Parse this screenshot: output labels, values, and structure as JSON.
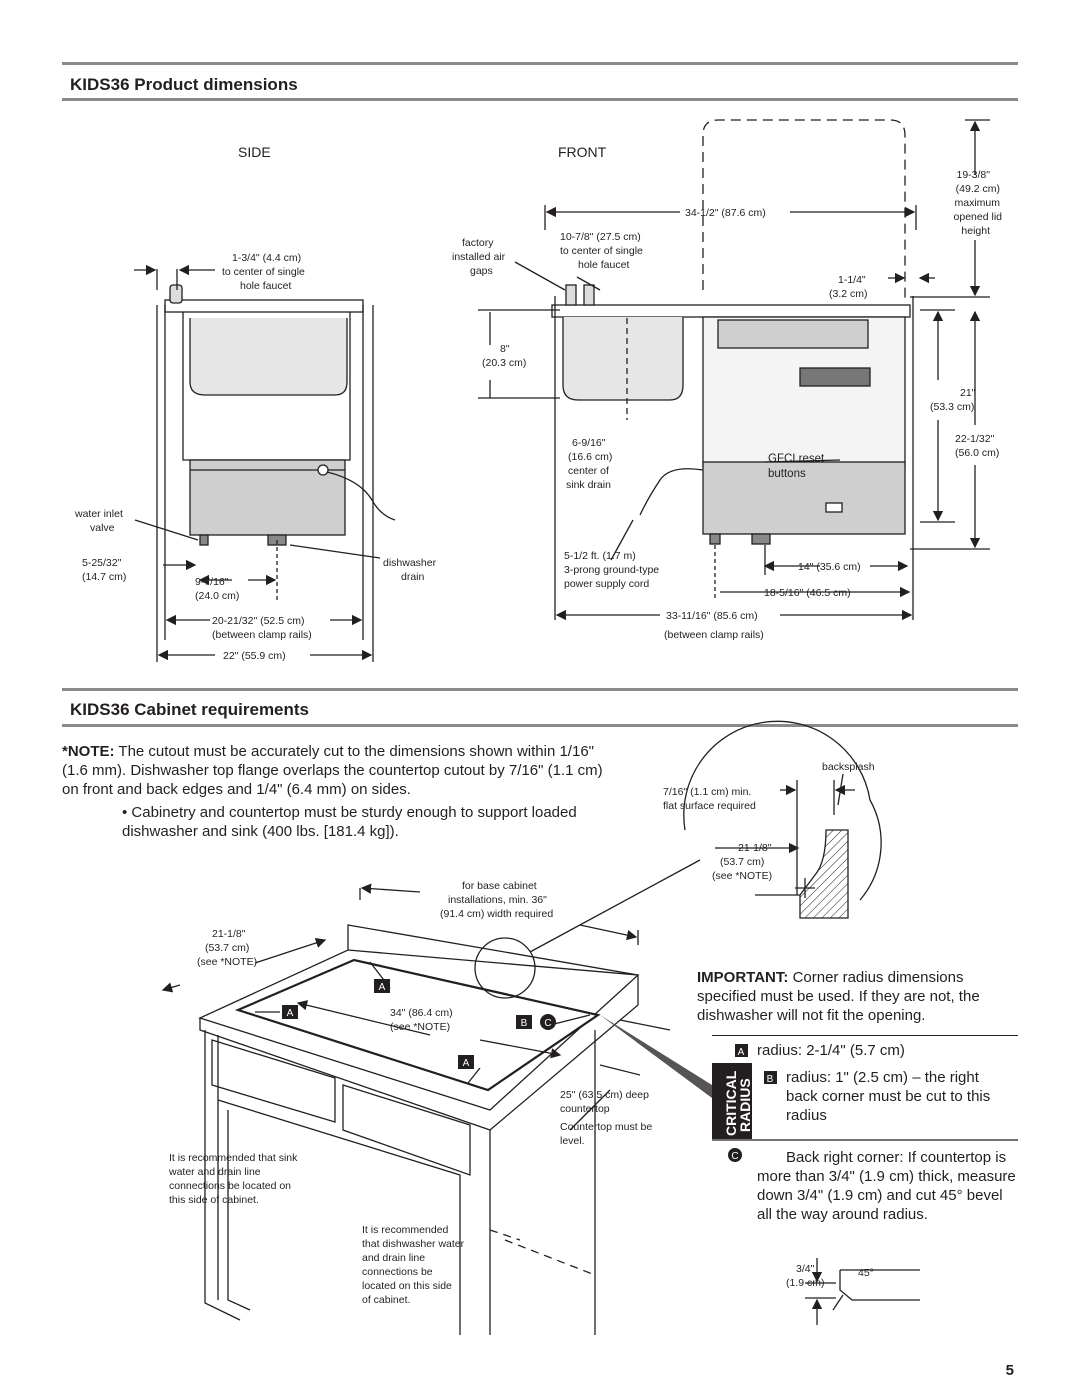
{
  "section1": {
    "title": "KIDS36 Product dimensions",
    "side_label": "SIDE",
    "front_label": "FRONT",
    "labels": {
      "lid_height": [
        "19-3/8\"",
        "(49.2 cm)",
        "maximum",
        "opened lid",
        "height"
      ],
      "width_front": "34-1/2\" (87.6 cm)",
      "factory_air_gaps": [
        "factory",
        "installed air",
        "gaps"
      ],
      "faucet_front": [
        "10-7/8\" (27.5 cm)",
        "to center of single",
        "hole faucet"
      ],
      "faucet_side": [
        "1-3/4\" (4.4 cm)",
        "to center of single",
        "hole faucet"
      ],
      "lid_offset": [
        "1-1/4\"",
        "(3.2 cm)"
      ],
      "sink_depth": [
        "8\"",
        "(20.3 cm)"
      ],
      "body_height": [
        "21\"",
        "(53.3 cm)"
      ],
      "total_height": [
        "22-1/32\"",
        "(56.0 cm)"
      ],
      "sink_drain": [
        "6-9/16\"",
        "(16.6 cm)",
        "center of",
        "sink drain"
      ],
      "gfci": [
        "GFCI reset",
        "buttons"
      ],
      "water_inlet": [
        "water inlet",
        "valve"
      ],
      "inlet_offset": [
        "5-25/32\"",
        "(14.7 cm)"
      ],
      "drain_offset": [
        "9-7/16\"",
        "(24.0 cm)"
      ],
      "dishwasher_drain": [
        "dishwasher",
        "drain"
      ],
      "power_cord": [
        "5-1/2 ft. (1.7 m)",
        "3-prong ground-type",
        "power supply cord"
      ],
      "front_14": "14\" (35.6 cm)",
      "front_18": "18-5/16\" (46.5 cm)",
      "side_clamp": [
        "20-21/32\" (52.5 cm)",
        "(between clamp rails)"
      ],
      "side_22": "22\" (55.9 cm)",
      "front_clamp": [
        "33-11/16\" (85.6 cm)",
        "(between clamp rails)"
      ]
    }
  },
  "section2": {
    "title": "KIDS36 Cabinet requirements",
    "note_prefix": "*NOTE:",
    "note_text": "The cutout must be accurately cut to the dimensions shown within 1/16\" (1.6 mm). Dishwasher top flange overlaps the countertop cutout by 7/16\" (1.1 cm) on front and back edges and 1/4\" (6.4 mm) on sides.",
    "bullet": "• Cabinetry and countertop must be sturdy enough to support loaded dishwasher and sink (400 lbs. [181.4 kg]).",
    "detail": {
      "backsplash": "backsplash",
      "flat_surface": [
        "7/16\" (1.1 cm) min.",
        "flat surface required"
      ],
      "depth": [
        "21-1/8\"",
        "(53.7 cm)",
        "(see *NOTE)"
      ]
    },
    "cabinet": {
      "base_cabinet": [
        "for base cabinet",
        "installations, min. 36\"",
        "(91.4 cm) width required"
      ],
      "depth": [
        "21-1/8\"",
        "(53.7 cm)",
        "(see *NOTE)"
      ],
      "width": [
        "34\" (86.4 cm)",
        "(see *NOTE)"
      ],
      "countertop_deep": [
        "25\" (63.5 cm) deep",
        "countertop"
      ],
      "countertop_level": [
        "Countertop must be",
        "level."
      ],
      "left_recommend": [
        "It is recommended that sink",
        "water and drain line",
        "connections be located on",
        "this side of cabinet."
      ],
      "right_recommend": [
        "It is recommended",
        "that dishwasher water",
        "and drain line",
        "connections be",
        "located on this side",
        "of cabinet."
      ],
      "markers": [
        "A",
        "A",
        "A",
        "B",
        "C"
      ]
    },
    "important_label": "IMPORTANT:",
    "important_text": "Corner radius dimensions specified must be used. If they are not, the dishwasher will not fit the opening.",
    "critical_label": [
      "CRITICAL",
      "RADIUS"
    ],
    "radius_a": "radius: 2-1/4\" (5.7 cm)",
    "radius_b": "radius: 1\" (2.5 cm) – the right back corner must be cut to this radius",
    "radius_c": "Back right corner: If countertop is more than 3/4\" (1.9 cm) thick, measure down 3/4\" (1.9 cm) and cut 45° bevel all the way around radius.",
    "bevel": [
      "3/4\"",
      "(1.9 cm)",
      "45°"
    ]
  },
  "page_number": "5"
}
